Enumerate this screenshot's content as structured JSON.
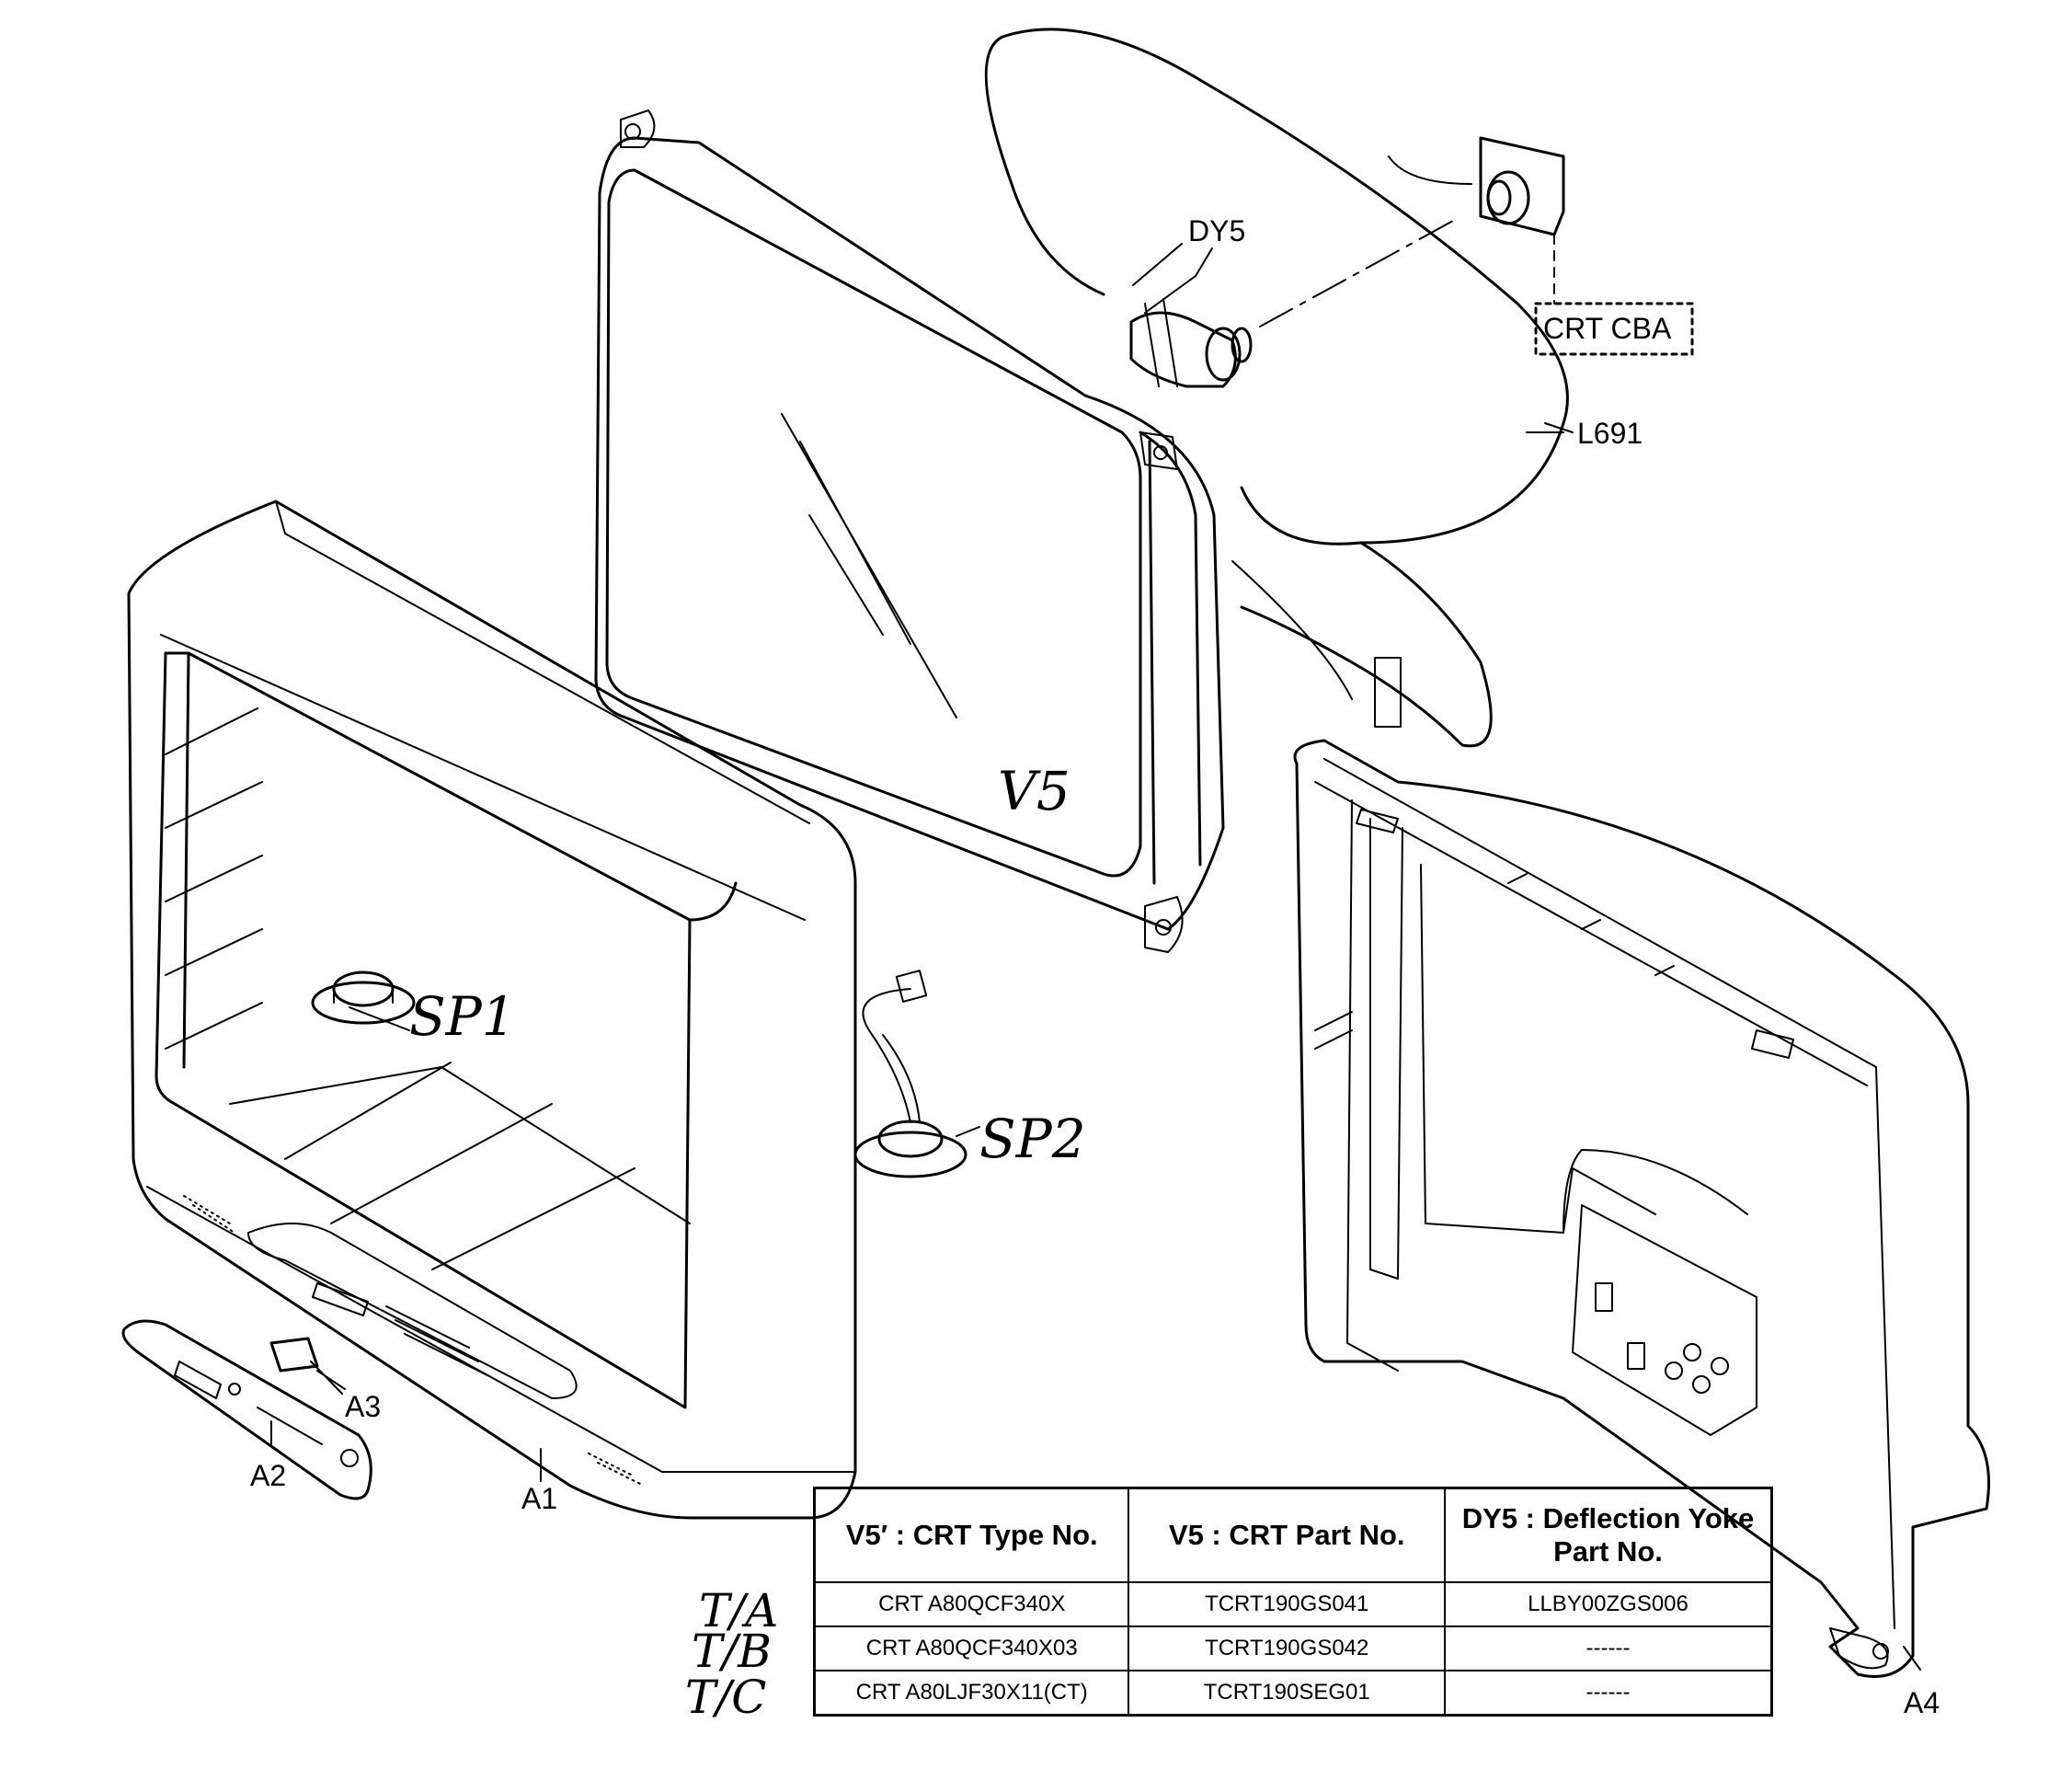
{
  "labels": {
    "dy5": "DY5",
    "crt_cba": "CRT CBA",
    "l691": "L691",
    "v5": "V5",
    "sp1": "SP1",
    "sp2": "SP2",
    "a1": "A1",
    "a2": "A2",
    "a3": "A3",
    "a4": "A4"
  },
  "table": {
    "headers": [
      "V5′ : CRT Type No.",
      "V5 : CRT Part No.",
      "DY5 : Deflection Yoke Part No."
    ],
    "rows": [
      {
        "row_label": "T/A",
        "cells": [
          "CRT A80QCF340X",
          "TCRT190GS041",
          "LLBY00ZGS006"
        ]
      },
      {
        "row_label": "T/B",
        "cells": [
          "CRT A80QCF340X03",
          "TCRT190GS042",
          "------"
        ]
      },
      {
        "row_label": "T/C",
        "cells": [
          "CRT A80LJF30X11(CT)",
          "TCRT190SEG01",
          "------"
        ]
      }
    ]
  }
}
